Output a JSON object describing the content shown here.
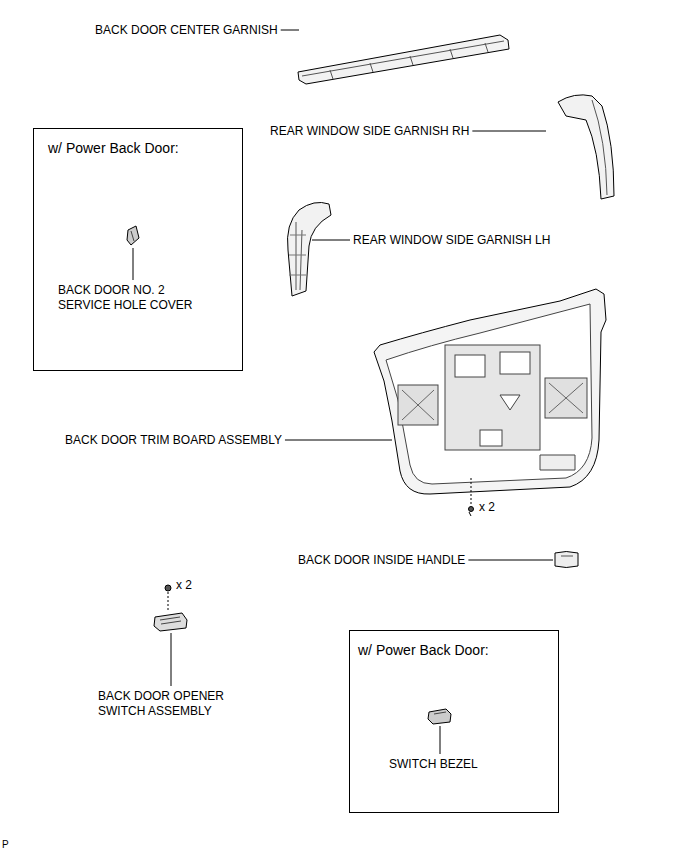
{
  "diagram": {
    "nodes": [
      {
        "text": [
          "w/ Power Back Door:",
          "BACK DOOR NO. 2 SERVICE HOLE COVER"
        ]
      },
      {
        "text": [
          "w/ Power Back Door:",
          "SWITCH BEZEL"
        ]
      }
    ],
    "labels": [
      "BACK DOOR CENTER GARNISH",
      "REAR WINDOW SIDE GARNISH RH",
      "REAR WINDOW SIDE GARNISH LH",
      "BACK DOOR TRIM BOARD ASSEMBLY",
      "x 2",
      "BACK DOOR INSIDE HANDLE",
      "x 2",
      "BACK DOOR OPENER SWITCH ASSEMBLY",
      "P"
    ]
  }
}
